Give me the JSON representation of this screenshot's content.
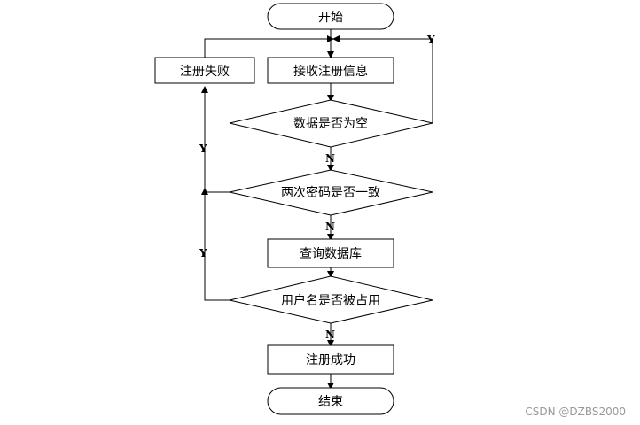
{
  "flowchart": {
    "start": "开始",
    "receive": "接收注册信息",
    "fail": "注册失败",
    "check_empty": "数据是否为空",
    "check_password": "两次密码是否一致",
    "query_db": "查询数据库",
    "check_username": "用户名是否被占用",
    "success": "注册成功",
    "end": "结束"
  },
  "labels": {
    "yes": "Y",
    "no": "N"
  },
  "watermark": "CSDN @DZBS2000"
}
